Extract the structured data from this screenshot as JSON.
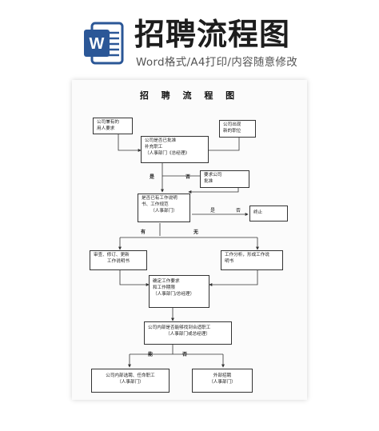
{
  "header": {
    "title": "招聘流程图",
    "subtitle": "Word格式/A4打印/内容随意修改",
    "icon_letter": "W",
    "brand_color": "#2b5797"
  },
  "document": {
    "title": "招 聘 流 程 图",
    "boxes": {
      "demand": [
        "公司兼有的",
        "用人要求"
      ],
      "vacancy": [
        "公司出现",
        "新的职位"
      ],
      "approve": [
        "公司是否已批准",
        "补充职工",
        "（人事部门《总经理》"
      ],
      "request": [
        "要求公司",
        "批准"
      ],
      "spec_check": [
        "是否已有工作说明",
        "书、工作规范",
        "（人事部门）"
      ],
      "stop": [
        "终止"
      ],
      "review": [
        "审查、修订、更新",
        "工作说明书"
      ],
      "analysis": [
        "工作分析，形成工作说",
        "明书"
      ],
      "determine": [
        "确定工作要求",
        "和工作期限",
        "（人事部门/总经理）"
      ],
      "internal_check": [
        "公司内部是否能够找到合适职工",
        "（人事部门或总经理）"
      ],
      "internal_hire": [
        "公司内部选聘、任命职工",
        "（人事部门）"
      ],
      "external_hire": [
        "外部招聘",
        "（人事部门）"
      ]
    },
    "labels": {
      "yes1": "是",
      "no1": "否",
      "yes2": "是",
      "no2": "否",
      "have": "有",
      "none": "无",
      "can": "能",
      "cannot": "否"
    }
  }
}
